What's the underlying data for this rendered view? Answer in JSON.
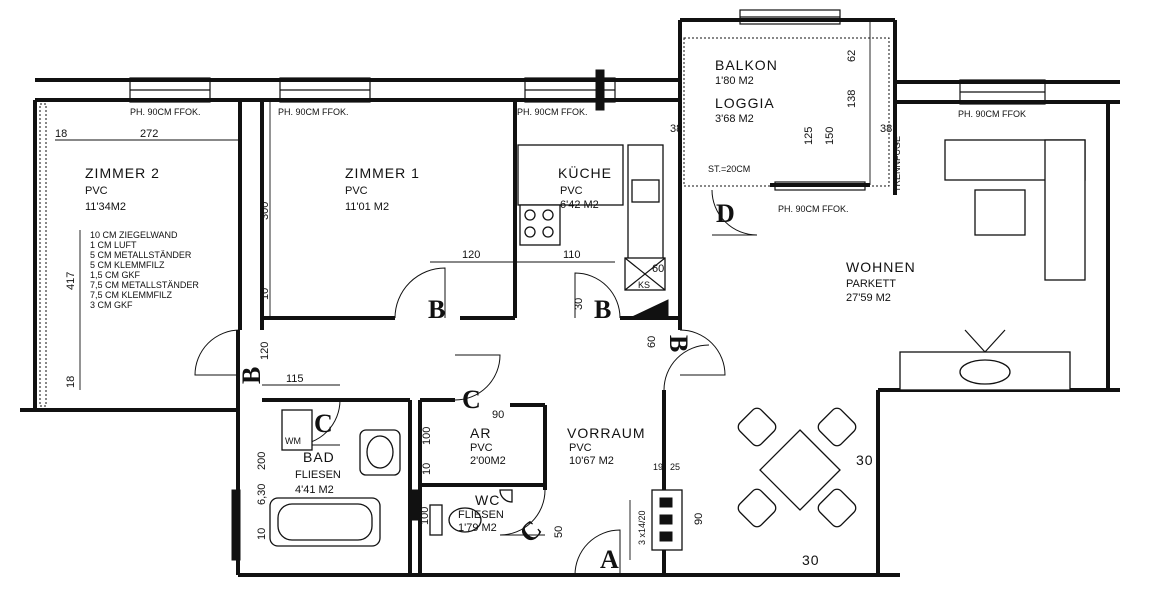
{
  "rooms": {
    "zimmer2": {
      "name": "ZIMMER 2",
      "floor": "PVC",
      "area": "11'34M2"
    },
    "zimmer1": {
      "name": "ZIMMER 1",
      "floor": "PVC",
      "area": "11'01 M2"
    },
    "kueche": {
      "name": "KÜCHE",
      "floor": "PVC",
      "area": "6'42 M2"
    },
    "balkon": {
      "name": "BALKON",
      "area": "1'80 M2"
    },
    "loggia": {
      "name": "LOGGIA",
      "area": "3'68 M2"
    },
    "wohnen": {
      "name": "WOHNEN",
      "floor": "PARKETT",
      "area": "27'59 M2"
    },
    "vorraum": {
      "name": "VORRAUM",
      "floor": "PVC",
      "area": "10'67 M2"
    },
    "ar": {
      "name": "AR",
      "floor": "PVC",
      "area": "2'00M2"
    },
    "bad": {
      "name": "BAD",
      "floor": "FLIESEN",
      "area": "4'41 M2"
    },
    "wc": {
      "name": "WC",
      "floor": "FLIESEN",
      "area": "1'79 M2"
    }
  },
  "window_notes": [
    "PH. 90CM FFOK.",
    "PH. 90CM FFOK.",
    "PH. 90CM FFOK.",
    "PH. 90CM FFOK",
    "PH. 90CM FFOK."
  ],
  "wall_spec": [
    "10 CM ZIEGELWAND",
    "1 CM LUFT",
    "5 CM METALLSTÄNDER",
    "5 CM KLEMMFILZ",
    "1,5 CM GKF",
    "7,5 CM METALLSTÄNDER",
    "7,5 CM KLEMMFILZ",
    "3 CM GKF"
  ],
  "dims": {
    "d18a": "18",
    "d272": "272",
    "d417": "417",
    "d18b": "18",
    "d300": "300",
    "d10a": "10",
    "d120a": "120",
    "d110": "110",
    "d60a": "60",
    "d30a": "30",
    "d120b": "120",
    "d60b": "60",
    "d38a": "38",
    "d38b": "38",
    "d62": "62",
    "d138": "138",
    "d125": "125",
    "d150": "150",
    "st": "ST.=20CM",
    "d115": "115",
    "d90a": "90",
    "d100a": "100",
    "d10b": "10",
    "d200": "200",
    "d630": "6,30",
    "d10c": "10",
    "d100b": "100",
    "d50": "50",
    "d19": "19",
    "d25": "25",
    "d90b": "90",
    "d314": "3 x14/20",
    "d30b": "30",
    "d30c": "30"
  },
  "door_types": {
    "b1": "B",
    "b2": "B",
    "b3": "B",
    "b4": "B",
    "c1": "C",
    "c2": "C",
    "c3": "C",
    "d": "D",
    "a": "A"
  },
  "fixtures": {
    "wm": "WM",
    "ks": "KS",
    "trennfuge": "TRENNFUGE"
  }
}
